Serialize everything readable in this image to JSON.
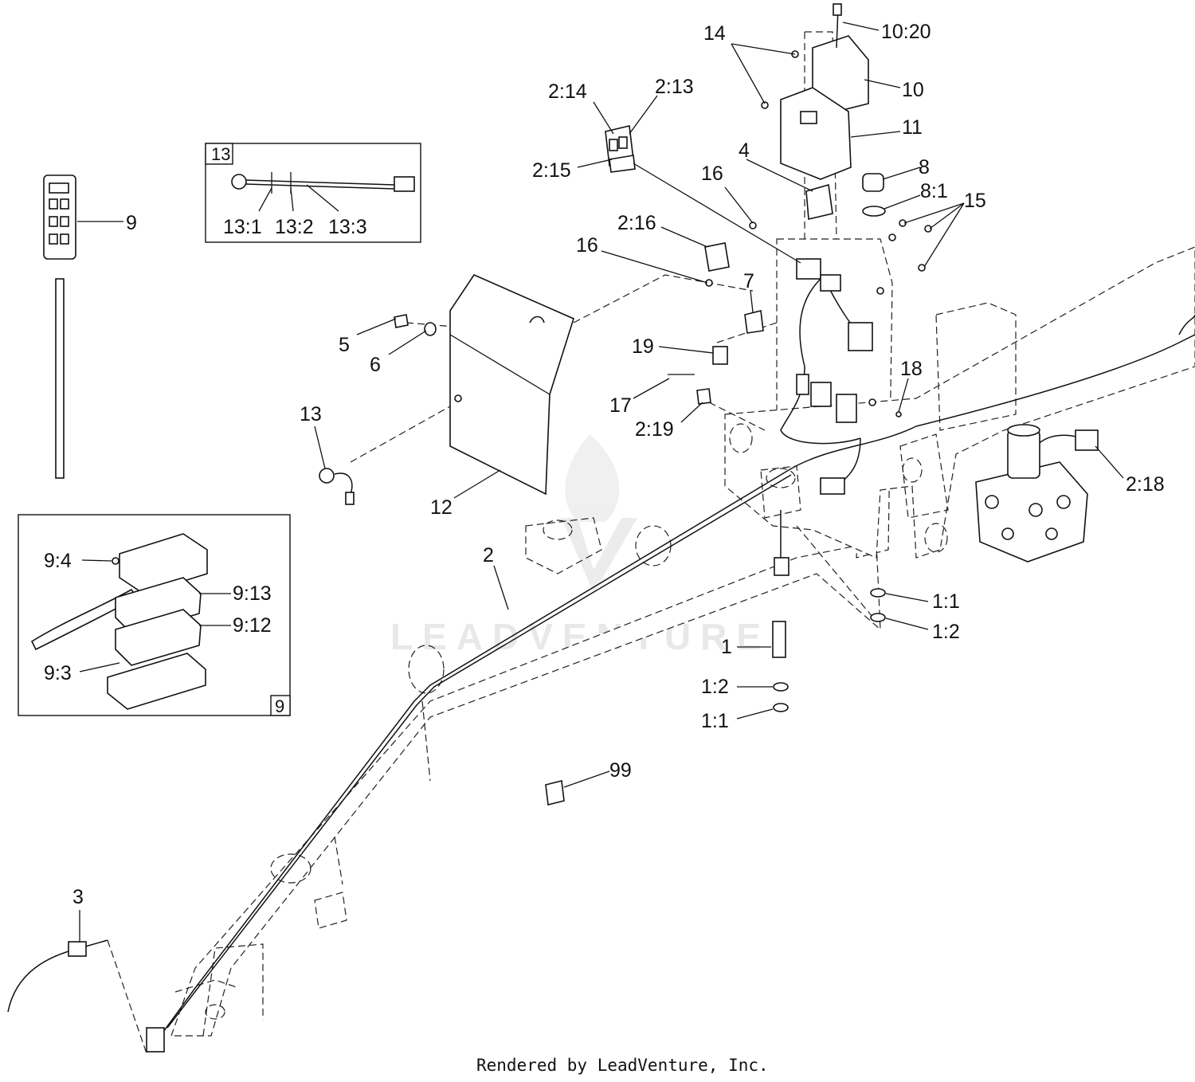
{
  "callouts": {
    "c_10_20": "10:20",
    "c_14": "14",
    "c_10": "10",
    "c_11": "11",
    "c_2_14": "2:14",
    "c_2_13": "2:13",
    "c_2_15": "2:15",
    "c_4": "4",
    "c_8": "8",
    "c_8_1": "8:1",
    "c_15": "15",
    "c_16a": "16",
    "c_2_16": "2:16",
    "c_16b": "16",
    "c_7": "7",
    "c_19": "19",
    "c_5": "5",
    "c_6": "6",
    "c_13": "13",
    "c_12": "12",
    "c_17": "17",
    "c_2_19": "2:19",
    "c_18": "18",
    "c_2_18": "2:18",
    "c_2": "2",
    "c_1_1a": "1:1",
    "c_1_2a": "1:2",
    "c_1": "1",
    "c_1_2b": "1:2",
    "c_1_1b": "1:1",
    "c_99": "99",
    "c_3": "3",
    "c_9": "9"
  },
  "inset13": {
    "tag": "13",
    "l1": "13:1",
    "l2": "13:2",
    "l3": "13:3"
  },
  "inset9": {
    "tag": "9",
    "l4": "9:4",
    "l13": "9:13",
    "l12": "9:12",
    "l3": "9:3"
  },
  "watermark": "LEADVENTURE",
  "footer": "Rendered by LeadVenture, Inc."
}
